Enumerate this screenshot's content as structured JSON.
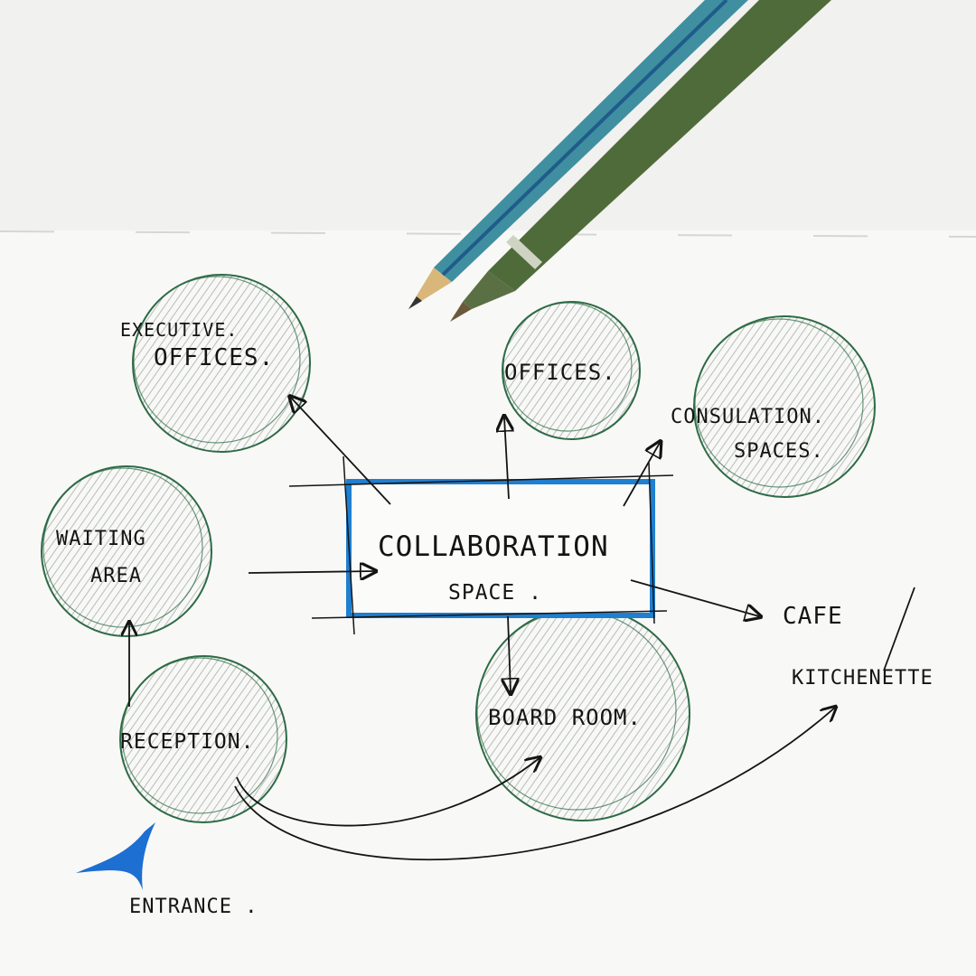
{
  "diagram": {
    "nodes": {
      "executive_offices": [
        "EXECUTIVE.",
        "OFFICES."
      ],
      "offices": "OFFICES.",
      "consultation_spaces": [
        "CONSULATION.",
        "SPACES."
      ],
      "waiting_area": [
        "WAITING",
        "AREA"
      ],
      "collaboration_space": [
        "COLLABORATION",
        "SPACE ."
      ],
      "cafe_kitchenette": [
        "CAFE",
        "KITCHENETTE"
      ],
      "board_room": "BOARD ROOM.",
      "reception": "RECEPTION.",
      "entrance": "ENTRANCE ."
    },
    "colors": {
      "bubble_outline": "#2e6b46",
      "bubble_hatch": "#9aa59c",
      "collab_box": "#1f7fd0",
      "ink": "#141414",
      "entrance_marker": "#1d6fd1",
      "pencil_body": "#3f8fa0",
      "pen_body": "#4f6b3a"
    }
  }
}
